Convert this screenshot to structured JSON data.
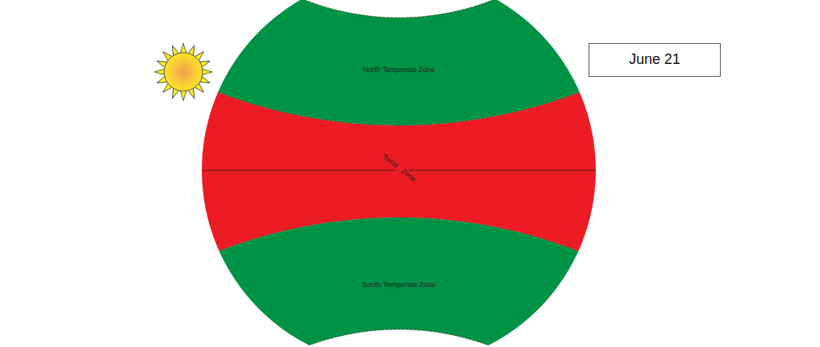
{
  "diagram": {
    "nodes": [
      {
        "text": [
          "North Temperate Zone"
        ]
      },
      {
        "text": [
          "Torrid Zone"
        ]
      },
      {
        "text": [
          "South Temperate Zone"
        ]
      },
      {
        "text": [
          "June 21"
        ]
      }
    ]
  }
}
